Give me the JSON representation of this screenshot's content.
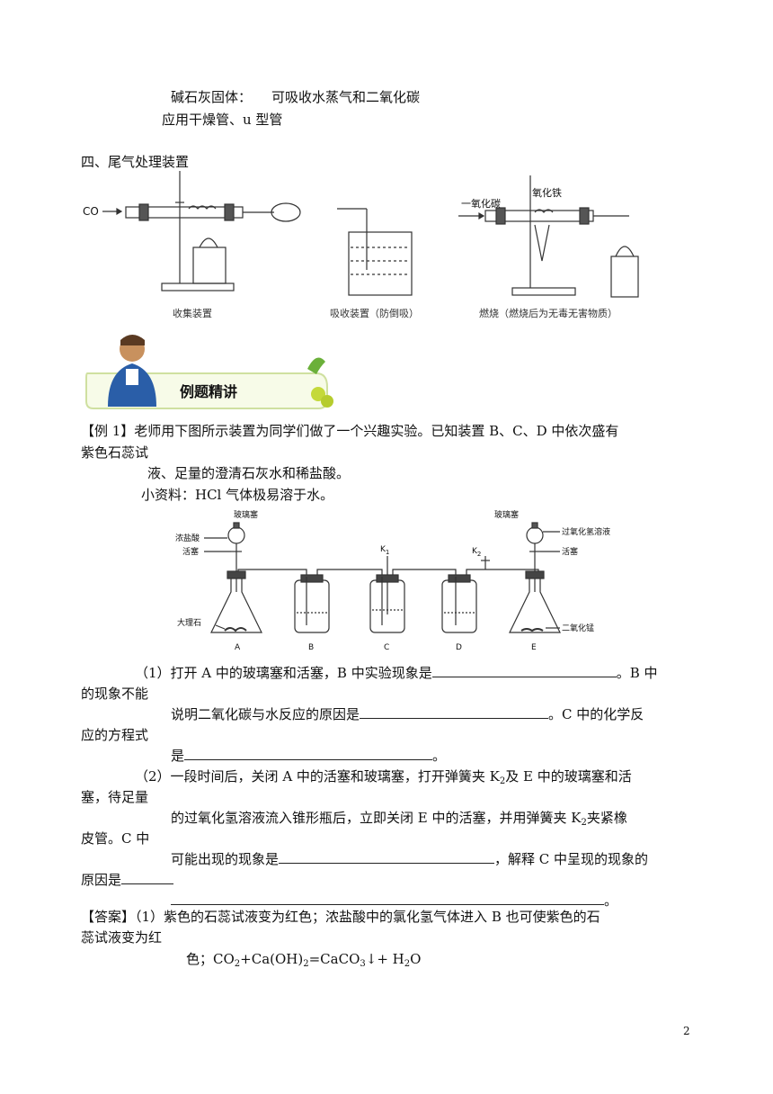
{
  "soda_lime": {
    "name": "碱石灰固体：",
    "desc": "可吸收水蒸气和二氧化碳",
    "usage": "应用干燥管、u 型管"
  },
  "section4": {
    "title": "四、尾气处理装置"
  },
  "tail_figure": {
    "co_label": "CO",
    "co_left": "一氧化碳",
    "iron_oxide": "氧化铁",
    "caption_collect": "收集装置",
    "caption_absorb": "吸收装置（防倒吸）",
    "caption_burn": "燃烧（燃烧后为无毒无害物质）"
  },
  "banner": {
    "title": "例题精讲"
  },
  "example1": {
    "line1": "【例 1】老师用下图所示装置为同学们做了一个兴趣实验。已知装置 B、C、D 中依次盛有",
    "line2": "紫色石蕊试",
    "line3": "液、足量的澄清石灰水和稀盐酸。",
    "line4": "小资料：HCl 气体极易溶于水。"
  },
  "apparatus": {
    "glass_stopper_left": "玻璃塞",
    "conc_hcl": "浓盐酸",
    "valve_left": "活塞",
    "marble": "大理石",
    "k1": "K",
    "k1_sub": "1",
    "k2": "K",
    "k2_sub": "2",
    "glass_stopper_right": "玻璃塞",
    "h2o2_solution": "过氧化氢溶液",
    "valve_right": "活塞",
    "mno2": "二氧化锰",
    "flask_labels": [
      "A",
      "B",
      "C",
      "D",
      "E"
    ]
  },
  "question1": {
    "a": "（1）打开 A 中的玻璃塞和活塞，B 中实验现象是",
    "b": "。B 中",
    "c": "的现象不能",
    "d": "说明二氧化碳与水反应的原因是",
    "e": "。C 中的化学反",
    "f": "应的方程式",
    "g": "是",
    "h": "。"
  },
  "question2": {
    "a1": "（2）一段时间后，关闭 A 中的活塞和玻璃塞，打开弹簧夹 K",
    "a_sub": "2",
    "a2": "及 E 中的玻璃塞和活",
    "b": "塞，待足量",
    "c1": "的过氧化氢溶液流入锥形瓶后，立即关闭 E 中的活塞，并用弹簧夹 K",
    "c_sub": "2",
    "c2": "夹紧橡",
    "d": "皮管。C 中",
    "e1": "可能出现的现象是",
    "e2": "，解释 C 中呈现的现象的",
    "f": "原因是",
    "g": "。"
  },
  "answer": {
    "line1": "【答案】（1）紫色的石蕊试液变为红色；浓盐酸中的氯化氢气体进入 B 也可使紫色的石",
    "line2": "蕊试液变为红",
    "line3a": "色；CO",
    "s1": "2",
    "line3b": "+Ca(OH)",
    "s2": "2",
    "line3c": "=CaCO",
    "s3": "3",
    "line3d": "↓+ H",
    "s4": "2",
    "line3e": "O"
  },
  "page_number": "2"
}
